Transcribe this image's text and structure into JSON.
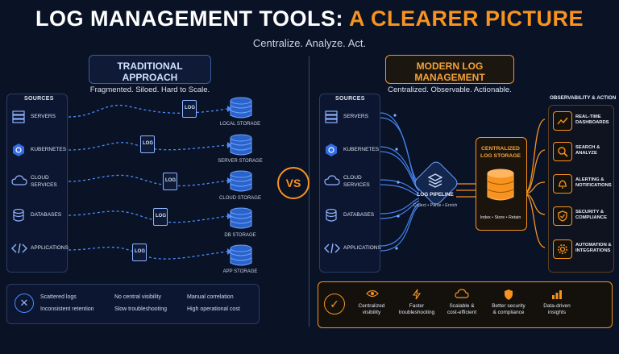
{
  "title": {
    "part1": "LOG MANAGEMENT TOOLS:",
    "part2": "A CLEARER PICTURE"
  },
  "subtitle": "Centralize. Analyze. Act.",
  "vs": "VS",
  "traditional": {
    "heading": "TRADITIONAL APPROACH",
    "subheading": "Fragmented. Siloed. Hard to Scale.",
    "sources_title": "SOURCES",
    "sources": [
      {
        "label": "SERVERS",
        "icon": "server-icon"
      },
      {
        "label": "KUBERNETES",
        "icon": "kubernetes-icon"
      },
      {
        "label": "CLOUD\nSERVICES",
        "icon": "cloud-icon"
      },
      {
        "label": "DATABASES",
        "icon": "database-icon"
      },
      {
        "label": "APPLICATIONS",
        "icon": "code-icon"
      }
    ],
    "log_tag": "LOG",
    "storages": [
      "LOCAL STORAGE",
      "SERVER STORAGE",
      "CLOUD STORAGE",
      "DB STORAGE",
      "APP STORAGE"
    ],
    "issues": [
      "Scattered logs",
      "No central visibility",
      "Manual correlation",
      "Inconsistent retention",
      "Slow troubleshooting",
      "High operational cost"
    ]
  },
  "modern": {
    "heading": "MODERN LOG MANAGEMENT",
    "subheading": "Centralized. Observable. Actionable.",
    "sources_title": "SOURCES",
    "sources": [
      {
        "label": "SERVERS",
        "icon": "server-icon"
      },
      {
        "label": "KUBERNETES",
        "icon": "kubernetes-icon"
      },
      {
        "label": "CLOUD\nSERVICES",
        "icon": "cloud-icon"
      },
      {
        "label": "DATABASES",
        "icon": "database-icon"
      },
      {
        "label": "APPLICATIONS",
        "icon": "code-icon"
      }
    ],
    "pipeline": {
      "title": "LOG PIPELINE",
      "steps": "Collect • Parse • Enrich"
    },
    "storage": {
      "title": "CENTRALIZED\nLOG STORAGE",
      "steps": "Index • Store • Retain"
    },
    "observability_title": "OBSERVABILITY & ACTION",
    "observability": [
      {
        "label": "REAL-TIME\nDASHBOARDS",
        "icon": "chart-icon"
      },
      {
        "label": "SEARCH &\nANALYZE",
        "icon": "search-icon"
      },
      {
        "label": "ALERTING &\nNOTIFICATIONS",
        "icon": "bell-icon"
      },
      {
        "label": "SECURITY &\nCOMPLIANCE",
        "icon": "shield-icon"
      },
      {
        "label": "AUTOMATION &\nINTEGRATIONS",
        "icon": "gear-icon"
      }
    ],
    "benefits": [
      {
        "label": "Centralized\nvisibility",
        "icon": "eye-icon"
      },
      {
        "label": "Faster\ntroubleshooting",
        "icon": "lightning-icon"
      },
      {
        "label": "Scalable &\ncost-efficient",
        "icon": "cloud-icon"
      },
      {
        "label": "Better security\n& compliance",
        "icon": "shield-icon"
      },
      {
        "label": "Data-driven\ninsights",
        "icon": "bar-chart-icon"
      }
    ]
  },
  "colors": {
    "background": "#0a1226",
    "accent_orange": "#f7931e",
    "accent_blue": "#4a8cff"
  }
}
